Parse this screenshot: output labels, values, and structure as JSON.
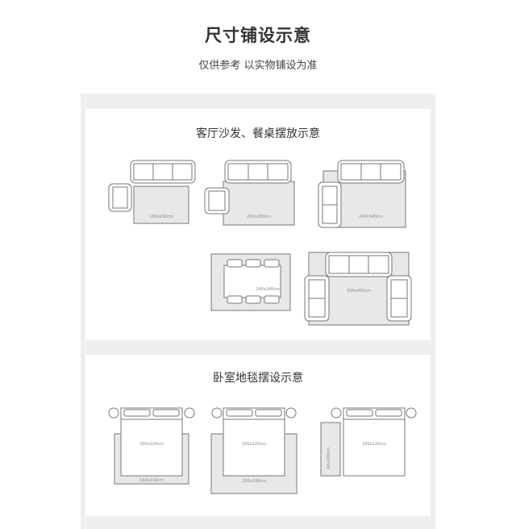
{
  "header": {
    "title": "尺寸铺设示意",
    "subtitle": "仅供参考 以实物铺设为准"
  },
  "living": {
    "title": "客厅沙发、餐桌摆放示意",
    "labels": [
      "160x230cm",
      "200x290cm",
      "240x340cm",
      "240x340cm",
      "300x400cm"
    ]
  },
  "bedroom": {
    "title": "卧室地毯摆设示意",
    "labels": [
      "200x220cm",
      "160x230cm",
      "200x220cm",
      "200x290cm",
      "60x180cm",
      "200x220cm"
    ]
  },
  "colors": {
    "rug": "#e8e8e8",
    "furniture": "#ffffff",
    "outline": "#777777",
    "panel": "#efefef"
  }
}
